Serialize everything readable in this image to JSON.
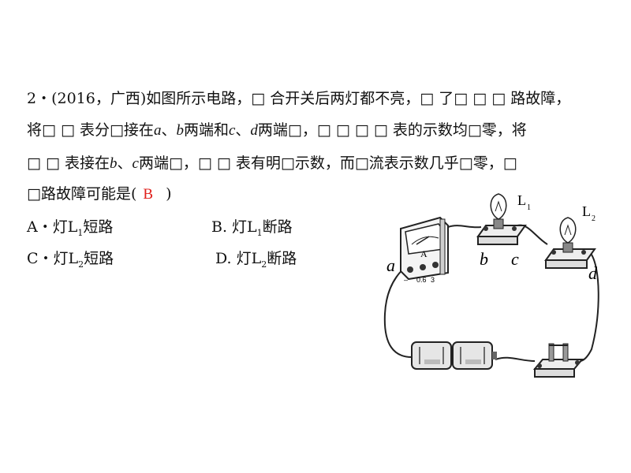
{
  "question": {
    "line1": "2・(2016，广西)如图所示电路，□ 合开关后两灯都不亮，□ 了□ □ □ 路故障，",
    "line2_a": "将□ □ 表分□接在",
    "line2_b": "、",
    "line2_c": "两端和",
    "line2_d": "、",
    "line2_e": "两端□，□ □ □ □ 表的示数均□零，将",
    "line3_a": "□ □ 表接在",
    "line3_b": "、",
    "line3_c": "两端□，□ □ 表有明□示数，而□流表示数几乎□零，□",
    "line4_a": "□路故障可能是(",
    "answer": "B",
    "line4_b": ")",
    "var_a": "a",
    "var_b": "b",
    "var_c": "c",
    "var_d": "d"
  },
  "options": {
    "A": {
      "prefix": "A・灯L",
      "sub": "1",
      "suffix": "短路"
    },
    "B": {
      "prefix": "B.   灯L",
      "sub": "1",
      "suffix": "断路"
    },
    "C": {
      "prefix": "C・灯L",
      "sub": "2",
      "suffix": "短路"
    },
    "D": {
      "prefix": "D.   灯L",
      "sub": "2",
      "suffix": "断路"
    }
  },
  "figure": {
    "lamp1_label": "L",
    "lamp1_sub": "1",
    "lamp2_label": "L",
    "lamp2_sub": "2",
    "meter_label": "A",
    "meter_ticks": [
      "–",
      "0.6",
      "3"
    ],
    "point_a": "a",
    "point_b": "b",
    "point_c": "c",
    "point_d": "d"
  }
}
